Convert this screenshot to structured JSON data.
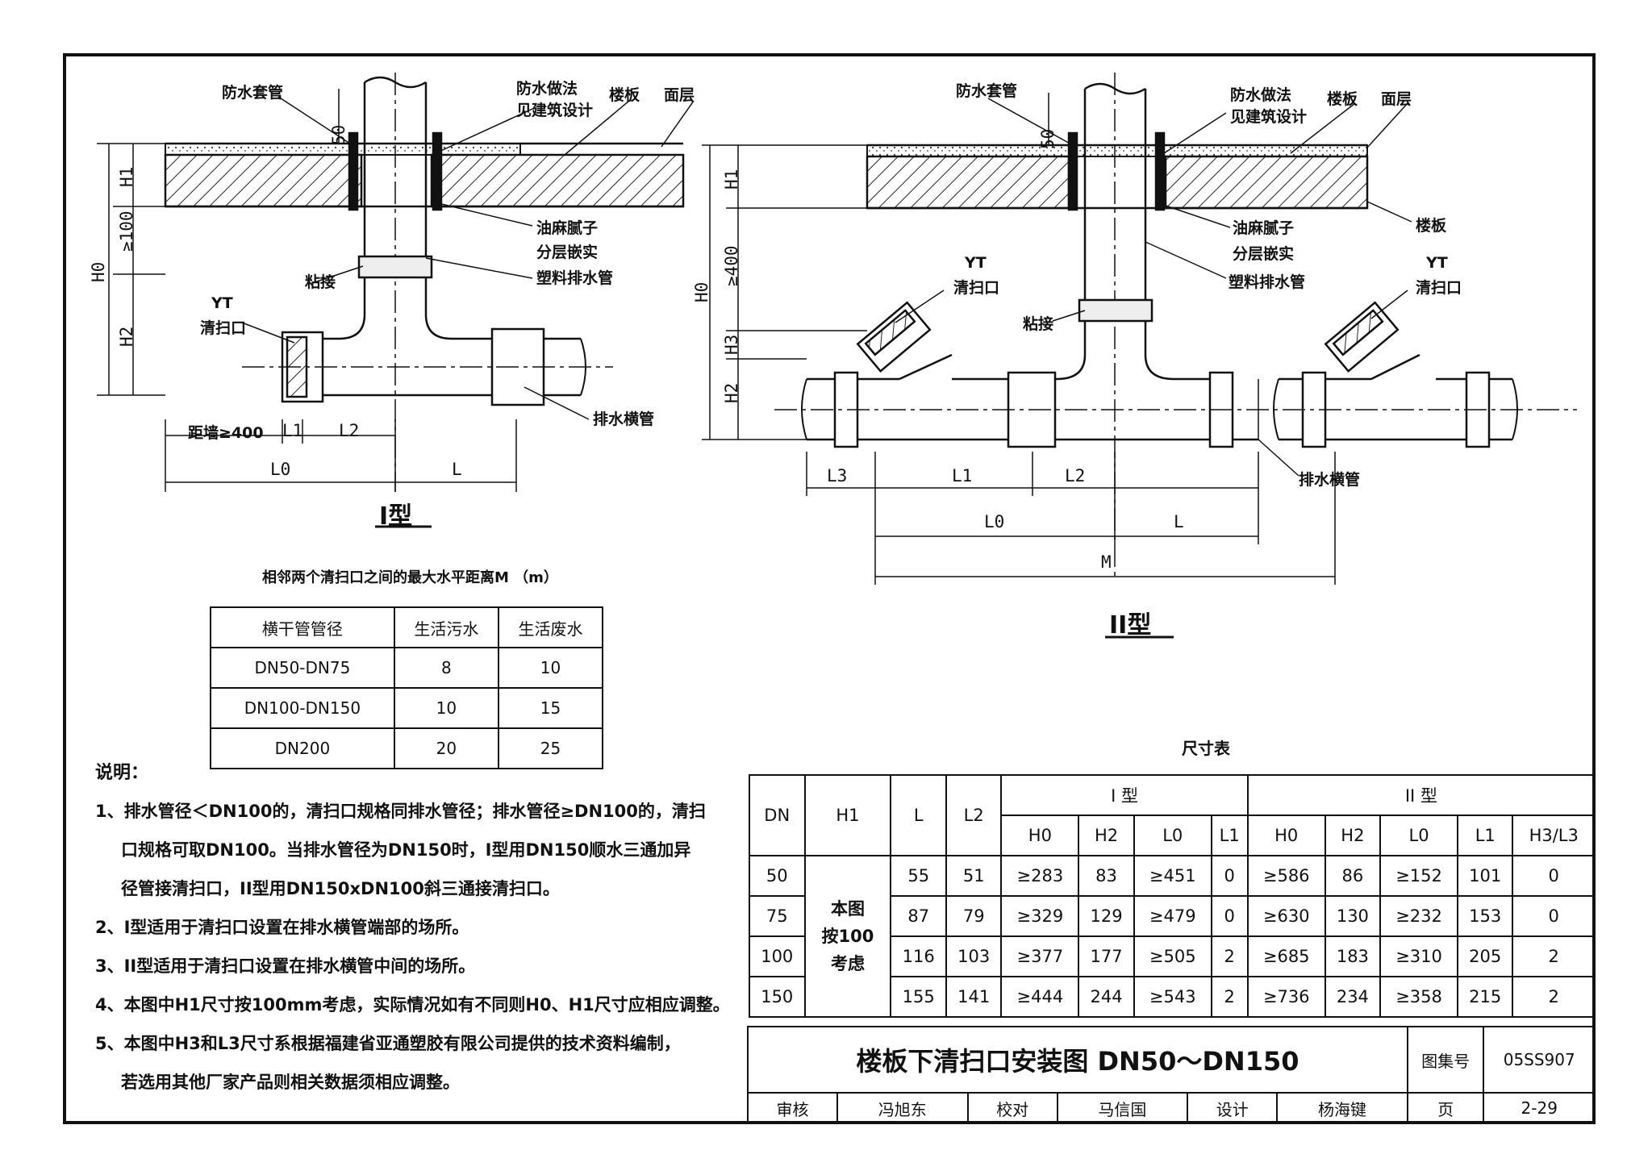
{
  "type1": {
    "labels": {
      "sleeve": "防水套管",
      "waterproof_1": "防水做法",
      "waterproof_2": "见建筑设计",
      "floor_slab": "楼板",
      "surface": "面层",
      "sealant_1": "油麻腻子",
      "sealant_2": "分层嵌实",
      "pipe": "塑料排水管",
      "glue": "粘接",
      "yt": "YT",
      "cleanout": "清扫口",
      "horiz_pipe": "排水横管",
      "wall_dist": "距墙≥400"
    },
    "dims": {
      "d50": "50",
      "H1": "H1",
      "ge100": "≥100",
      "H0": "H0",
      "H2": "H2",
      "L1": "L1",
      "L2": "L2",
      "L0": "L0",
      "L": "L"
    },
    "caption": "I型"
  },
  "type2": {
    "labels": {
      "sleeve": "防水套管",
      "waterproof_1": "防水做法",
      "waterproof_2": "见建筑设计",
      "floor_slab": "楼板",
      "surface": "面层",
      "sealant_1": "油麻腻子",
      "sealant_2": "分层嵌实",
      "pipe": "塑料排水管",
      "floor_slab_2": "楼板",
      "glue": "粘接",
      "yt_left": "YT",
      "cleanout_left": "清扫口",
      "yt_right": "YT",
      "cleanout_right": "清扫口",
      "horiz_pipe": "排水横管"
    },
    "dims": {
      "d50": "50",
      "H1": "H1",
      "ge400": "≥400",
      "H0": "H0",
      "H3": "H3",
      "H2": "H2",
      "L3": "L3",
      "L1": "L1",
      "L2": "L2",
      "L0": "L0",
      "L": "L",
      "M": "M"
    },
    "caption": "II型"
  },
  "max_distance": {
    "caption": "相邻两个清扫口之间的最大水平距离M （m）",
    "headers": [
      "横干管管径",
      "生活污水",
      "生活废水"
    ],
    "rows": [
      [
        "DN50-DN75",
        "8",
        "10"
      ],
      [
        "DN100-DN150",
        "10",
        "15"
      ],
      [
        "DN200",
        "20",
        "25"
      ]
    ]
  },
  "notes": {
    "heading": "说明：",
    "lines": [
      "1、排水管径＜DN100的，清扫口规格同排水管径；排水管径≥DN100的，清扫",
      "口规格可取DN100。当排水管径为DN150时，I型用DN150顺水三通加异",
      "径管接清扫口，II型用DN150xDN100斜三通接清扫口。",
      "2、I型适用于清扫口设置在排水横管端部的场所。",
      "3、II型适用于清扫口设置在排水横管中间的场所。",
      "4、本图中H1尺寸按100mm考虑，实际情况如有不同则H0、H1尺寸应相应调整。",
      "5、本图中H3和L3尺寸系根据福建省亚通塑胶有限公司提供的技术资料编制，",
      "若选用其他厂家产品则相关数据须相应调整。"
    ]
  },
  "dimension_table": {
    "caption": "尺寸表",
    "head": {
      "dn": "DN",
      "h1": "H1",
      "l": "L",
      "l2": "L2",
      "type1": "I 型",
      "type2": "II 型"
    },
    "sub1": [
      "H0",
      "H2",
      "L0",
      "L1"
    ],
    "sub2": [
      "H0",
      "H2",
      "L0",
      "L1",
      "H3/L3"
    ],
    "h1_note": [
      "本图",
      "按100",
      "考虑"
    ],
    "rows": [
      {
        "dn": "50",
        "l": "55",
        "l2": "51",
        "t1": [
          "≥283",
          "83",
          "≥451",
          "0"
        ],
        "t2": [
          "≥586",
          "86",
          "≥152",
          "101",
          "0"
        ]
      },
      {
        "dn": "75",
        "l": "87",
        "l2": "79",
        "t1": [
          "≥329",
          "129",
          "≥479",
          "0"
        ],
        "t2": [
          "≥630",
          "130",
          "≥232",
          "153",
          "0"
        ]
      },
      {
        "dn": "100",
        "l": "116",
        "l2": "103",
        "t1": [
          "≥377",
          "177",
          "≥505",
          "2"
        ],
        "t2": [
          "≥685",
          "183",
          "≥310",
          "205",
          "2"
        ]
      },
      {
        "dn": "150",
        "l": "155",
        "l2": "141",
        "t1": [
          "≥444",
          "244",
          "≥543",
          "2"
        ],
        "t2": [
          "≥736",
          "234",
          "≥358",
          "215",
          "2"
        ]
      }
    ]
  },
  "title_block": {
    "title": "楼板下清扫口安装图 DN50～DN150",
    "atlas_label": "图集号",
    "atlas_no": "05SS907",
    "review_label": "审核",
    "reviewer": "冯旭东",
    "check_label": "校对",
    "checker": "马信国",
    "design_label": "设计",
    "designer": "杨海键",
    "page_label": "页",
    "page_no": "2-29"
  }
}
